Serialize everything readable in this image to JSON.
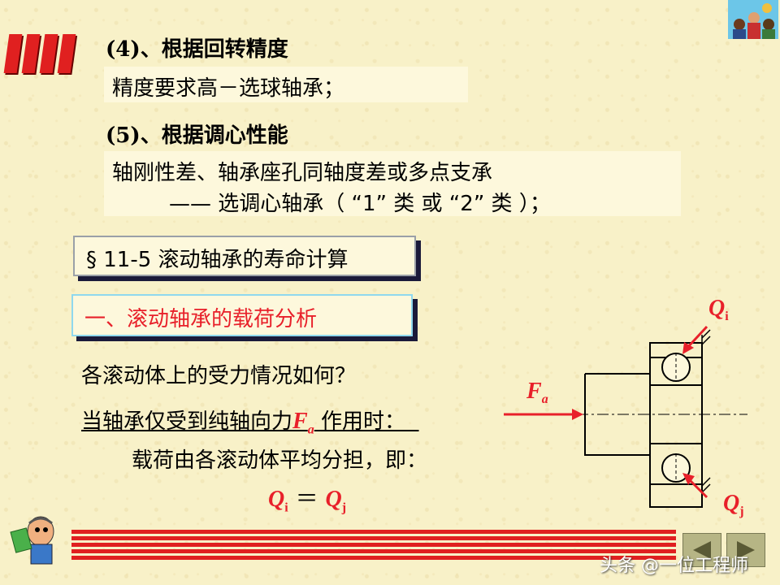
{
  "heading4": "(4)、根据回转精度",
  "line4": "精度要求高－选球轴承；",
  "heading5": "(5)、根据调心性能",
  "line5a": "轴刚性差、轴承座孔同轴度差或多点支承",
  "line5b": "—— 选调心轴承（ “1” 类 或 “2” 类 ）；",
  "section_title": "§ 11-5  滚动轴承的寿命计算",
  "subsection_title": "一、滚动轴承的载荷分析",
  "question": "各滚动体上的受力情况如何？",
  "condition_pre": "当轴承仅受到纯轴向力",
  "force_symbol": "F",
  "force_sub": "a",
  "condition_post": "作用时：",
  "distribution": "载荷由各滚动体平均分担，即：",
  "eq_left": "Q",
  "eq_left_sub": "i",
  "eq_sign": "＝",
  "eq_right": "Q",
  "eq_right_sub": "j",
  "diagram": {
    "label_qi": "Q",
    "label_qi_sub": "i",
    "label_qj": "Q",
    "label_qj_sub": "j",
    "label_fa": "F",
    "label_fa_sub": "a"
  },
  "watermark": "头条 @一位工程师",
  "colors": {
    "accent": "#e8202a",
    "background": "#f8f1c8"
  },
  "icons": [
    "thinking-man-icon",
    "people-group-icon",
    "nav-back-icon",
    "nav-forward-icon"
  ]
}
